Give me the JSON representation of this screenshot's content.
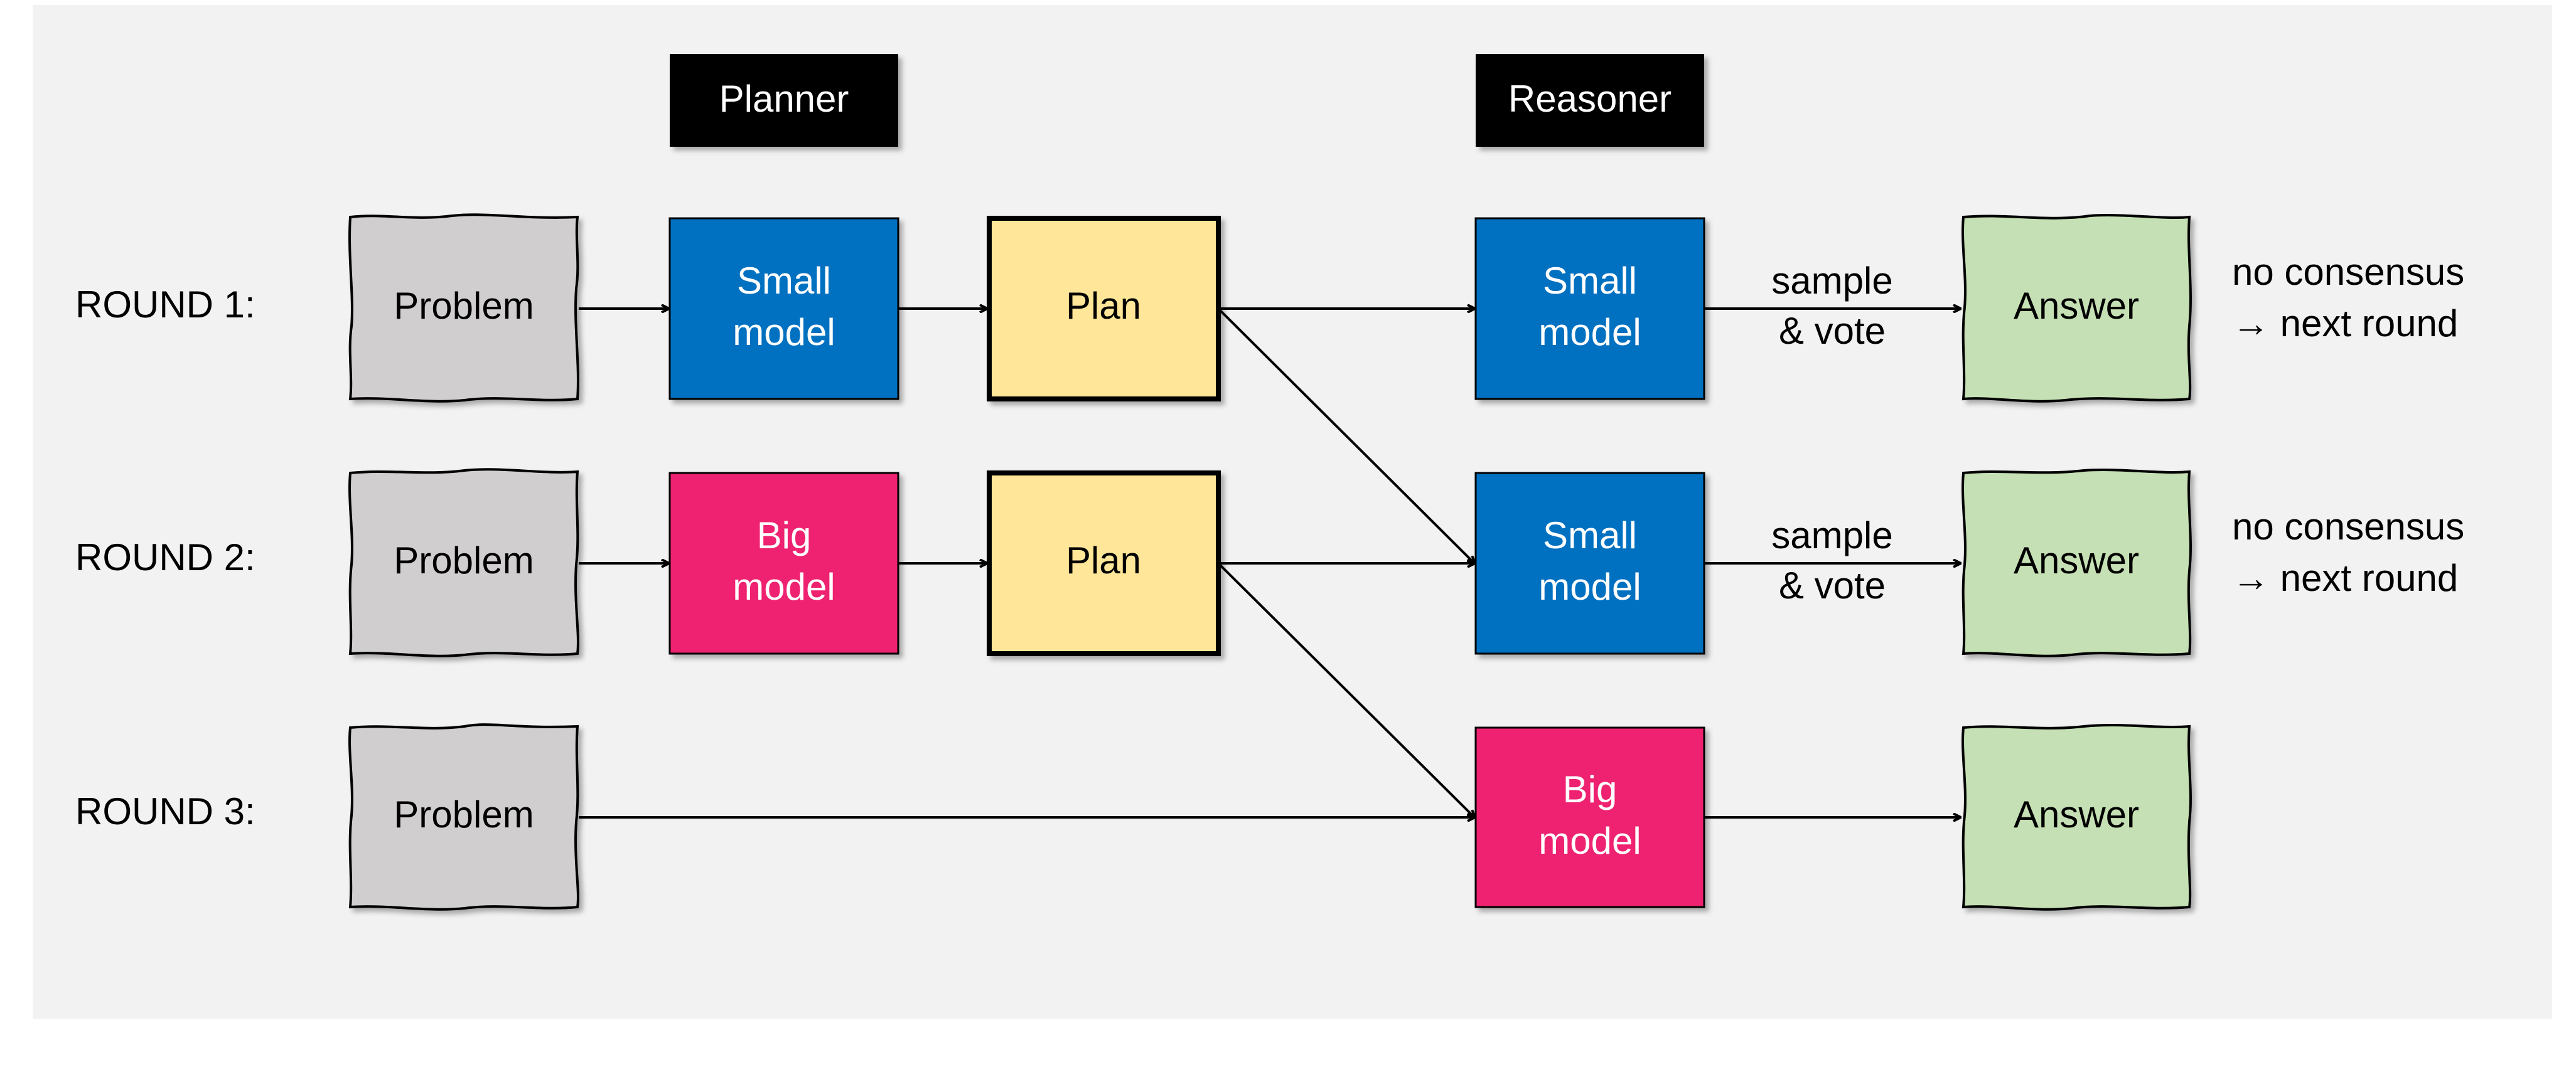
{
  "headers": {
    "planner": "Planner",
    "reasoner": "Reasoner"
  },
  "rounds": [
    {
      "label": "ROUND 1:",
      "problem": "Problem",
      "planner": {
        "line1": "Small",
        "line2": "model"
      },
      "plan": "Plan",
      "reasoner": {
        "line1": "Small",
        "line2": "model"
      },
      "edge": {
        "line1": "sample",
        "line2": "& vote"
      },
      "answer": "Answer",
      "note": {
        "line1": "no consensus",
        "line2": "→ next round"
      }
    },
    {
      "label": "ROUND 2:",
      "problem": "Problem",
      "planner": {
        "line1": "Big",
        "line2": "model"
      },
      "plan": "Plan",
      "reasoner": {
        "line1": "Small",
        "line2": "model"
      },
      "edge": {
        "line1": "sample",
        "line2": "& vote"
      },
      "answer": "Answer",
      "note": {
        "line1": "no consensus",
        "line2": "→ next round"
      }
    },
    {
      "label": "ROUND 3:",
      "problem": "Problem",
      "reasoner": {
        "line1": "Big",
        "line2": "model"
      },
      "answer": "Answer"
    }
  ],
  "colors": {
    "panel": "#f2f2f2",
    "header": "#000000",
    "small_model": "#0070c0",
    "big_model": "#ee2470",
    "plan": "#ffe699",
    "problem": "#d0cece",
    "answer": "#c5e0b4"
  }
}
